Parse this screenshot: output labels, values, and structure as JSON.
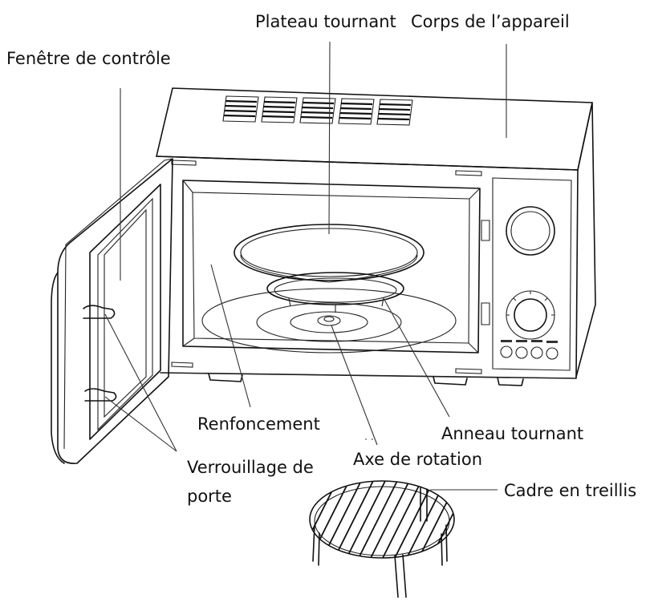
{
  "labels": {
    "turntable": "Plateau tournant",
    "body": "Corps de l’appareil",
    "control_window": "Fenêtre de contrôle",
    "recess": "Renfoncement",
    "ring": "Anneau tournant",
    "shaft": "Axe de rotation",
    "door_lock_line1": "Verrouillage de",
    "door_lock_line2": "porte",
    "rack": "Cadre en treillis"
  }
}
